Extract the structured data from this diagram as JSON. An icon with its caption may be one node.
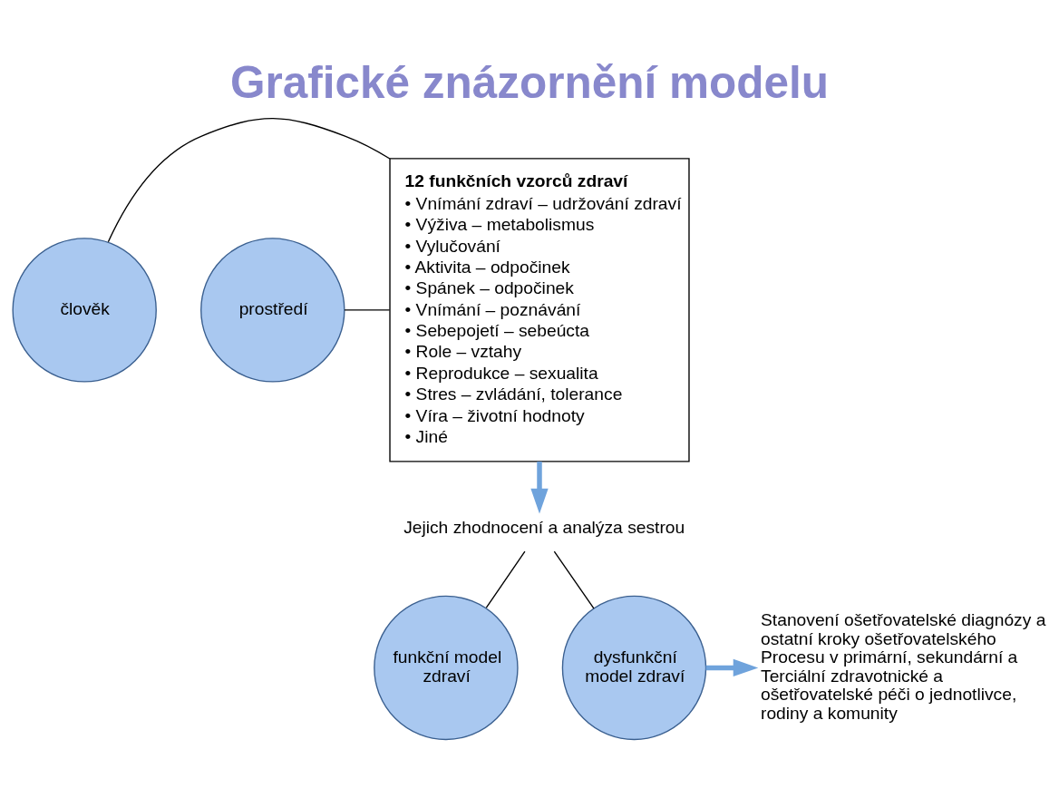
{
  "diagram": {
    "title": "Grafické znázornění modelu",
    "nodes": [
      {
        "text": [
          "člověk"
        ]
      },
      {
        "text": [
          "prostředí"
        ]
      },
      {
        "text": [
          "12 funkčních vzorců zdraví",
          "• Vnímání zdraví – udržování zdraví",
          "• Výživa – metabolismus",
          "• Vylučování",
          "• Aktivita – odpočinek",
          "• Spánek – odpočinek",
          "• Vnímání – poznávání",
          "• Sebepojetí – sebeúcta",
          "• Role – vztahy",
          "• Reprodukce – sexualita",
          "• Stres – zvládání, tolerance",
          "• Víra – životní hodnoty",
          "• Jiné"
        ]
      },
      {
        "text": [
          "Jejich zhodnocení a analýza sestrou"
        ]
      },
      {
        "text": [
          "funkční model zdraví"
        ]
      },
      {
        "text": [
          "dysfunkční model zdraví"
        ]
      },
      {
        "text": [
          "Stanovení ošetřovatelské diagnózy a ostatní kroky ošetřovatelského Procesu v primární, sekundární a Terciální zdravotnické a ošetřovatelské péči o jednotlivce, rodiny a komunity"
        ]
      }
    ],
    "edges": [
      {
        "from": 0,
        "to": 2,
        "arrow": "none"
      },
      {
        "from": 1,
        "to": 2,
        "arrow": "none"
      },
      {
        "from": 2,
        "to": 3,
        "arrow": "to",
        "style": "thick",
        "color": "#6fa3dc"
      },
      {
        "from": 3,
        "to": 4,
        "arrow": "none"
      },
      {
        "from": 3,
        "to": 5,
        "arrow": "none"
      },
      {
        "from": 5,
        "to": 6,
        "arrow": "to",
        "style": "thick",
        "color": "#6fa3dc"
      }
    ]
  }
}
